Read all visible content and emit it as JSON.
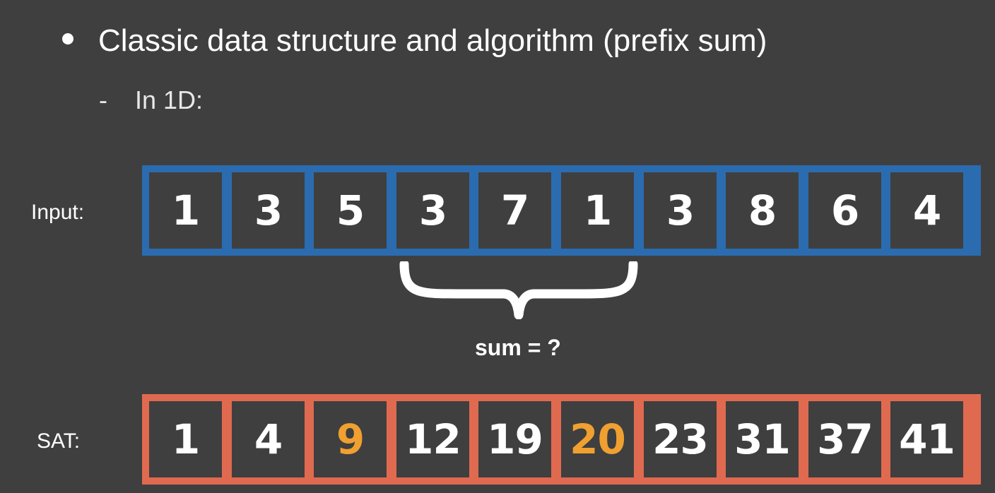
{
  "bullet": {
    "text": "Classic data structure and algorithm (prefix sum)"
  },
  "sub_bullet": {
    "dash": "-",
    "text": "In 1D:"
  },
  "input": {
    "label": "Input:",
    "values": [
      "1",
      "3",
      "5",
      "3",
      "7",
      "1",
      "3",
      "8",
      "6",
      "4"
    ],
    "color": "#2b6cb0"
  },
  "brace": {
    "label": "sum = ?",
    "start_index": 3,
    "end_index": 5
  },
  "sat": {
    "label": "SAT:",
    "values": [
      "1",
      "4",
      "9",
      "12",
      "19",
      "20",
      "23",
      "31",
      "37",
      "41"
    ],
    "highlight_indices": [
      2,
      5
    ],
    "color": "#e06a50",
    "highlight_color": "#f0a030"
  }
}
